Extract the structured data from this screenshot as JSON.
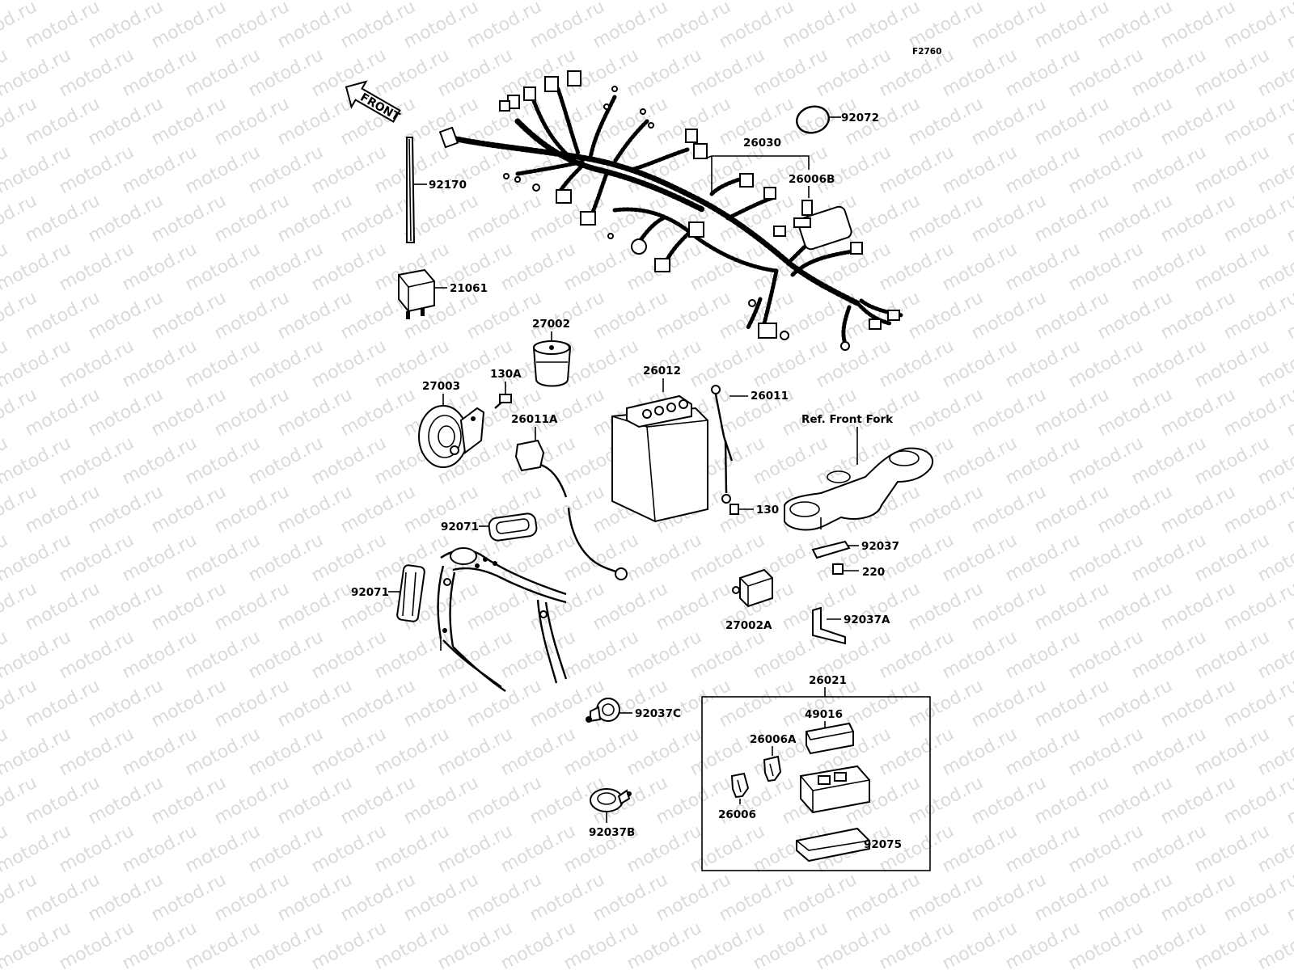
{
  "figure": {
    "id": "F2760"
  },
  "direction": {
    "label": "FRONT"
  },
  "watermark": {
    "text": "motod.ru"
  },
  "reference": {
    "label": "Ref. Front Fork"
  },
  "parts": {
    "p92072": "92072",
    "p26030": "26030",
    "p26006B": "26006B",
    "p92170": "92170",
    "p21061": "21061",
    "p27002": "27002",
    "p26012": "26012",
    "p26011": "26011",
    "p27003": "27003",
    "p130A": "130A",
    "p26011A": "26011A",
    "p130": "130",
    "p92071a": "92071",
    "p92071b": "92071",
    "p92037": "92037",
    "p220": "220",
    "p27002A": "27002A",
    "p92037A": "92037A",
    "p26021": "26021",
    "p49016": "49016",
    "p26006A": "26006A",
    "p92037C": "92037C",
    "p26006": "26006",
    "p92075": "92075",
    "p92037B": "92037B"
  }
}
